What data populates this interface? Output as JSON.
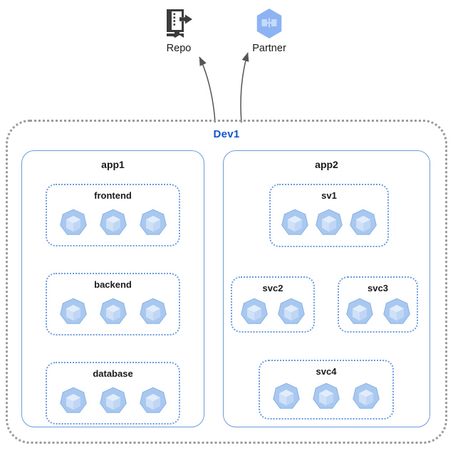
{
  "diagram": {
    "title": "Dev1",
    "environment": {
      "name": "Dev1",
      "border_style": "dotted",
      "border_color": "#9a9a9a"
    },
    "external_nodes": [
      {
        "id": "repo",
        "label": "Repo",
        "icon": "repo-icon"
      },
      {
        "id": "partner",
        "label": "Partner",
        "icon": "partner-hexagon-icon"
      }
    ],
    "apps": [
      {
        "id": "app1",
        "label": "app1",
        "services": [
          {
            "id": "frontend",
            "label": "frontend",
            "pods": 3
          },
          {
            "id": "backend",
            "label": "backend",
            "pods": 3
          },
          {
            "id": "database",
            "label": "database",
            "pods": 3
          }
        ]
      },
      {
        "id": "app2",
        "label": "app2",
        "services": [
          {
            "id": "sv1",
            "label": "sv1",
            "pods": 3
          },
          {
            "id": "svc2",
            "label": "svc2",
            "pods": 2
          },
          {
            "id": "svc3",
            "label": "svc3",
            "pods": 2
          },
          {
            "id": "svc4",
            "label": "svc4",
            "pods": 3
          }
        ]
      }
    ],
    "connections": [
      {
        "from": "frontend",
        "to": "backend"
      },
      {
        "from": "backend",
        "to": "database"
      },
      {
        "from": "sv1",
        "to": "svc2"
      },
      {
        "from": "sv1",
        "to": "svc3"
      },
      {
        "from": "svc2",
        "to": "svc4"
      },
      {
        "from": "Dev1",
        "to": "repo"
      },
      {
        "from": "Dev1",
        "to": "partner"
      }
    ],
    "colors": {
      "accent": "#1155cc",
      "app_border": "#6b9bdc",
      "service_border": "#6a9ae0",
      "env_border": "#9a9a9a",
      "pod_fill": "#b8d3f2",
      "pod_stroke": "#8ab4e8",
      "arrow": "#666666",
      "partner_icon": "#7ba7f0",
      "repo_icon": "#3c3c3c"
    }
  }
}
